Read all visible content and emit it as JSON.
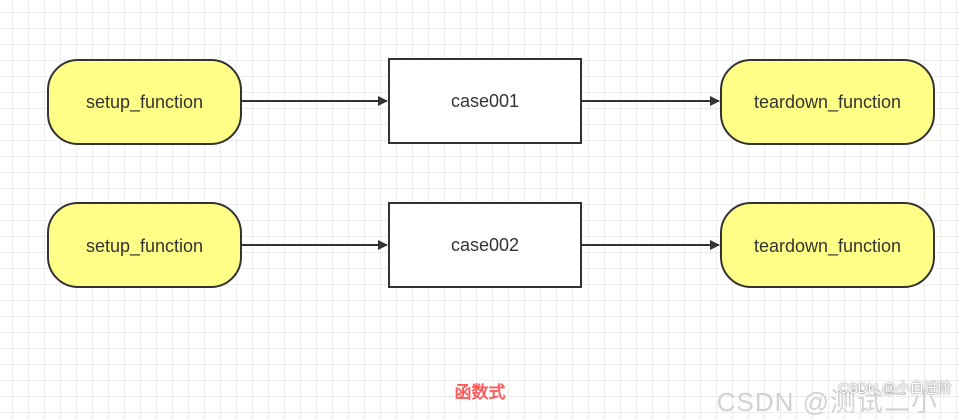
{
  "rows": [
    {
      "setup": {
        "label": "setup_function",
        "fill": "#ffff88"
      },
      "case": {
        "label": "case001",
        "fill": "#ffffff"
      },
      "teardown": {
        "label": "teardown_function",
        "fill": "#ffff88"
      }
    },
    {
      "setup": {
        "label": "setup_function",
        "fill": "#ffff88"
      },
      "case": {
        "label": "case002",
        "fill": "#ffffff"
      },
      "teardown": {
        "label": "teardown_function",
        "fill": "#ffff88"
      }
    }
  ],
  "caption": "函数式",
  "watermark": "CSDN @小白进阶",
  "watermark_shadow": "CSDN @测试二小",
  "colors": {
    "stroke": "#333333",
    "caption": "#ff5a5a"
  }
}
